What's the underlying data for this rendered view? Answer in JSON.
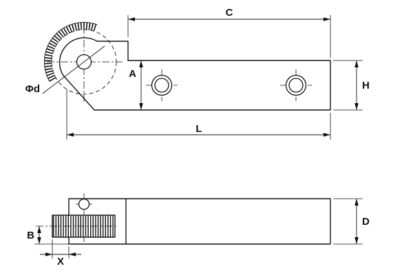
{
  "drawing": {
    "type": "technical-dimension-drawing",
    "views": [
      "top-view-roller-lever-arm",
      "side-view-roller-lever-arm"
    ],
    "labels": {
      "c": "C",
      "a": "A",
      "h": "H",
      "l": "L",
      "phi_d": "Φd",
      "d": "D",
      "b": "B",
      "x": "X"
    },
    "colors": {
      "line": "#111111",
      "background": "#ffffff"
    }
  }
}
